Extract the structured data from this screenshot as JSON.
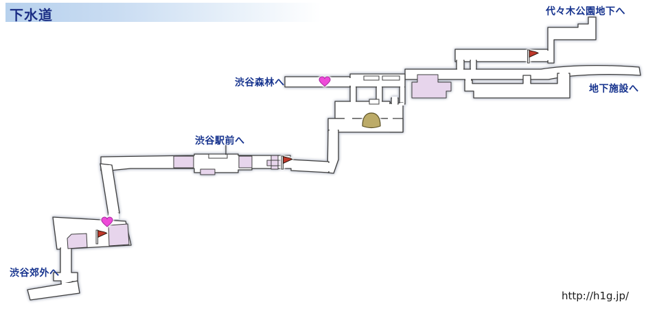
{
  "title": "下水道",
  "exits": {
    "yoyogi": "代々木公園地下へ",
    "underground_facility": "地下施設へ",
    "shibuya_forest": "渋谷森林へ",
    "shibuya_station": "渋谷駅前へ",
    "shibuya_suburbs": "渋谷郊外へ"
  },
  "watermark": "http://h1g.jp/",
  "markers": {
    "heart_icon_count": 2,
    "flag_icon_count": 3,
    "save_dome_icon_count": 1,
    "heart_glyph": "♥",
    "flag_glyph": "⚑"
  },
  "colors": {
    "label_text": "#16338e",
    "title_text": "#1c2f85",
    "title_bar": "#b7d1ed",
    "corridor_fill": "#ffffff",
    "corridor_outline": "#3d3d3d",
    "corridor_halo": "#c9cdd6",
    "room_purple": "#e7d5ec",
    "heart": "#ee4ad8",
    "flag": "#c0392b",
    "save_dome": "#bcab68"
  }
}
